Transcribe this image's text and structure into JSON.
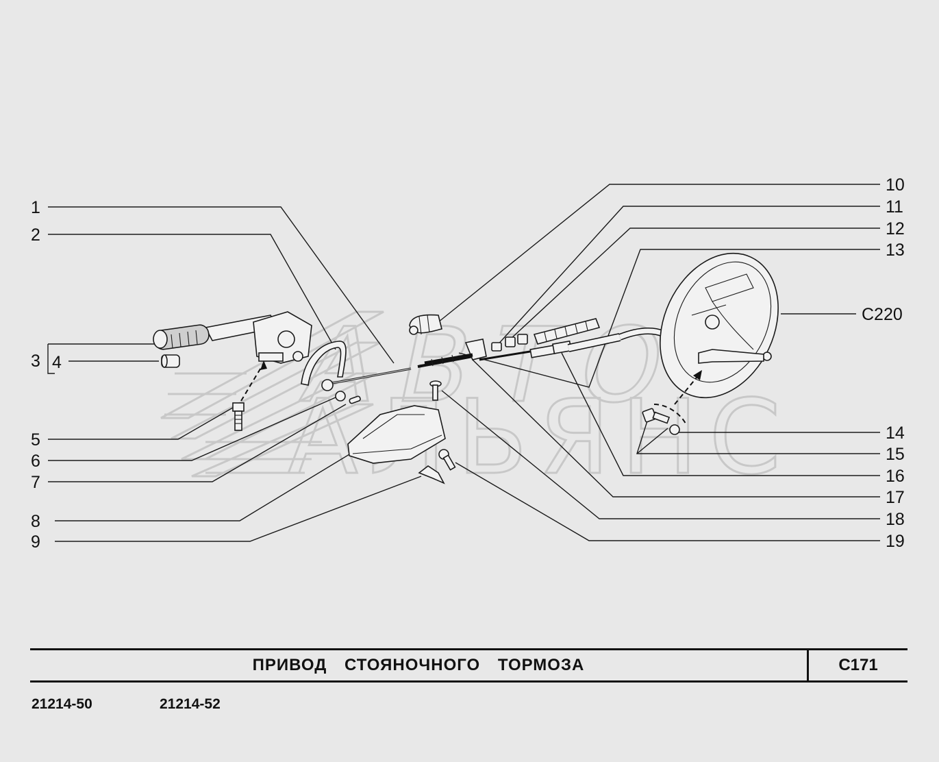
{
  "sheet": {
    "title": "ПРИВОД   СТОЯНОЧНОГО   ТОРМОЗА",
    "code": "С171",
    "models": [
      "21214-50",
      "21214-52"
    ]
  },
  "watermark": {
    "line1": "АВТО",
    "line2": "АЛЬЯНС"
  },
  "callouts": {
    "left": [
      "1",
      "2",
      "3",
      "4",
      "5",
      "6",
      "7",
      "8",
      "9"
    ],
    "right": [
      "10",
      "11",
      "12",
      "13",
      "С220",
      "14",
      "15",
      "16",
      "17",
      "18",
      "19"
    ]
  },
  "colors": {
    "background": "#e8e8e8",
    "ink": "#111111",
    "watermark": "#c8c8c8"
  }
}
